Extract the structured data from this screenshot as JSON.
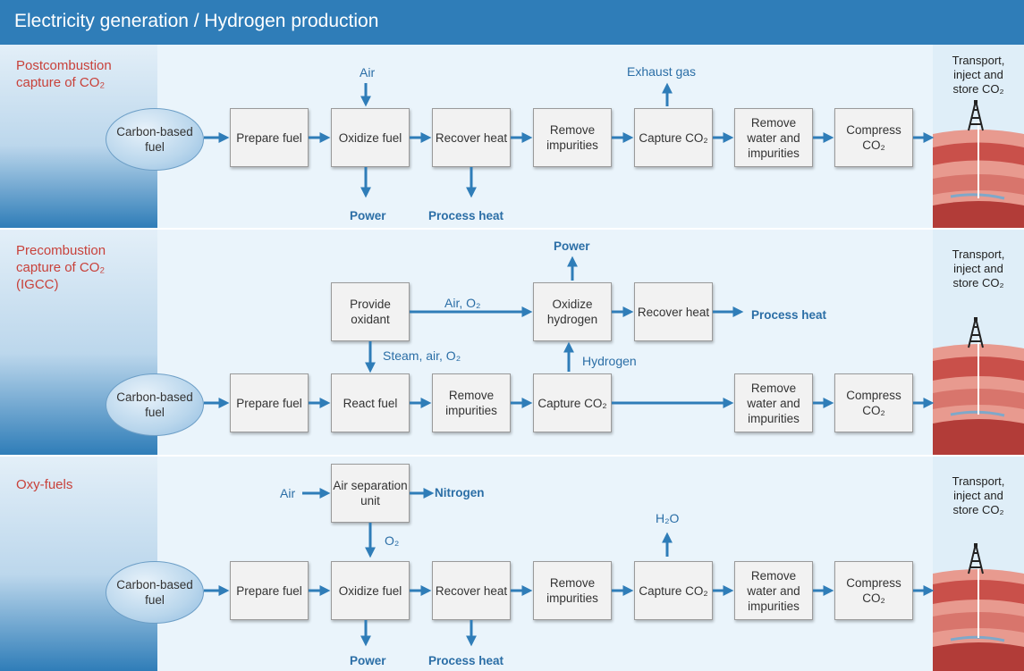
{
  "header": {
    "title": "Electricity generation / Hydrogen production"
  },
  "rows": [
    {
      "label_lines": [
        "Postcombustion",
        "capture of CO₂"
      ],
      "store_label": [
        "Transport,",
        "inject and",
        "store CO₂"
      ],
      "source": "Carbon-based fuel",
      "steps": [
        "Prepare fuel",
        "Oxidize fuel",
        "Recover heat",
        "Remove impurities",
        "Capture CO₂",
        "Remove water and impurities",
        "Compress CO₂"
      ],
      "inputs": {
        "air": "Air"
      },
      "outputs": {
        "power": "Power",
        "process_heat": "Process heat",
        "exhaust": "Exhaust gas"
      }
    },
    {
      "label_lines": [
        "Precombustion",
        "capture of CO₂",
        "(IGCC)"
      ],
      "store_label": [
        "Transport,",
        "inject and",
        "store CO₂"
      ],
      "source": "Carbon-based fuel",
      "steps": [
        "Prepare fuel",
        "React fuel",
        "Remove impurities",
        "Capture CO₂",
        "Remove water and impurities",
        "Compress CO₂"
      ],
      "upper_steps": [
        "Provide oxidant",
        "Oxidize hydrogen",
        "Recover heat"
      ],
      "flows": {
        "air_o2": "Air, O₂",
        "steam": "Steam, air, O₂",
        "hydrogen": "Hydrogen"
      },
      "outputs": {
        "power": "Power",
        "process_heat": "Process heat"
      }
    },
    {
      "label_lines": [
        "Oxy-fuels"
      ],
      "store_label": [
        "Transport,",
        "inject and",
        "store CO₂"
      ],
      "source": "Carbon-based fuel",
      "steps": [
        "Prepare fuel",
        "Oxidize fuel",
        "Recover heat",
        "Remove impurities",
        "Capture CO₂",
        "Remove water and impurities",
        "Compress CO₂"
      ],
      "asu": "Air separation unit",
      "inputs": {
        "air": "Air"
      },
      "flows": {
        "o2": "O₂"
      },
      "outputs": {
        "nitrogen": "Nitrogen",
        "h2o": "H₂O",
        "power": "Power",
        "process_heat": "Process heat"
      }
    }
  ]
}
